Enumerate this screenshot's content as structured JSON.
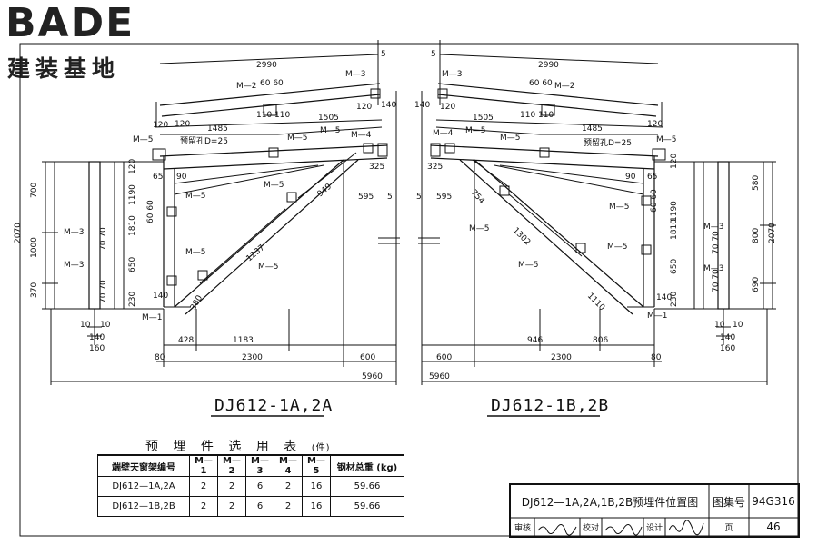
{
  "logo": {
    "word": "BADE",
    "cn": "建装基地"
  },
  "left": {
    "title": "DJ612-1A,2A",
    "dims": {
      "top_len": "2990",
      "top_h": "5",
      "d6060": "60 60",
      "d110": "110 110",
      "d120a": "120",
      "d120b": "120",
      "d120c": "120",
      "d140": "140",
      "d1485": "1485",
      "d1505": "1505",
      "d65": "65",
      "d90": "90",
      "d325": "325",
      "d595": "595",
      "d5": "5",
      "d949": "949",
      "d1237": "1237",
      "d380": "380",
      "d428": "428",
      "d1183": "1183",
      "d80": "80",
      "d2300": "2300",
      "d600": "600",
      "d5960": "5960",
      "v700": "700",
      "v1190": "1190",
      "v1810": "1810",
      "v2070": "2070",
      "v1000": "1000",
      "v650": "650",
      "v370": "370",
      "v230": "230",
      "v140": "140",
      "v120": "120",
      "v6060": "60 60",
      "v7070a": "70 70",
      "v7070b": "70 70",
      "w10a": "10",
      "w10b": "10",
      "w140": "140",
      "w160": "160"
    },
    "marks": {
      "m1": "M—1",
      "m2": "M—2",
      "m3a": "M—3",
      "m3b": "M—3",
      "m3c": "M—3",
      "m4": "M—4",
      "m5a": "M—5",
      "m5b": "M—5",
      "m5c": "M—5",
      "m5d": "M—5",
      "m5e": "M—5",
      "m5f": "M—5",
      "m5g": "M—5",
      "hole": "预留孔D=25"
    }
  },
  "right": {
    "title": "DJ612-1B,2B",
    "dims": {
      "top_len": "2990",
      "top_h": "5",
      "d6060": "60 60",
      "d110": "110 110",
      "d120a": "120",
      "d120b": "120",
      "d140": "140",
      "d1485": "1485",
      "d1505": "1505",
      "d65": "65",
      "d90": "90",
      "d325": "325",
      "d595": "595",
      "d5": "5",
      "d754": "754",
      "d1302": "1302",
      "d1110": "1110",
      "d946": "946",
      "d806": "806",
      "d80": "80",
      "d2300": "2300",
      "d600": "600",
      "d5960": "5960",
      "v580": "580",
      "v1190": "1190",
      "v1810": "1810",
      "v2070": "2070",
      "v800": "800",
      "v650": "650",
      "v690": "690",
      "v230": "230",
      "v140": "140",
      "v120": "120",
      "v6060": "60 60",
      "v7070a": "70 70",
      "v7070b": "70 70",
      "w10a": "10",
      "w10b": "10",
      "w140": "140",
      "w160": "160"
    },
    "marks": {
      "m1": "M—1",
      "m2": "M—2",
      "m3a": "M—3",
      "m3b": "M—3",
      "m3c": "M—3",
      "m4": "M—4",
      "m5a": "M—5",
      "m5b": "M—5",
      "m5c": "M—5",
      "m5d": "M—5",
      "m5e": "M—5",
      "m5f": "M—5",
      "m5g": "M—5",
      "hole": "预留孔D=25"
    }
  },
  "table": {
    "title": "预 埋 件 选 用 表",
    "unit": "(件)",
    "headers": [
      "端壁天窗架编号",
      "M—1",
      "M—2",
      "M—3",
      "M—4",
      "M—5",
      "钢材总重 (kg)"
    ],
    "rows": [
      [
        "DJ612—1A,2A",
        "2",
        "2",
        "6",
        "2",
        "16",
        "59.66"
      ],
      [
        "DJ612—1B,2B",
        "2",
        "2",
        "6",
        "2",
        "16",
        "59.66"
      ]
    ]
  },
  "titleblock": {
    "title": "DJ612—1A,2A,1B,2B预埋件位置图",
    "atlas_label": "图集号",
    "atlas_no": "94G316",
    "review_label": "审核",
    "check_label": "校对",
    "design_label": "设计",
    "page_label": "页",
    "page_no": "46"
  }
}
